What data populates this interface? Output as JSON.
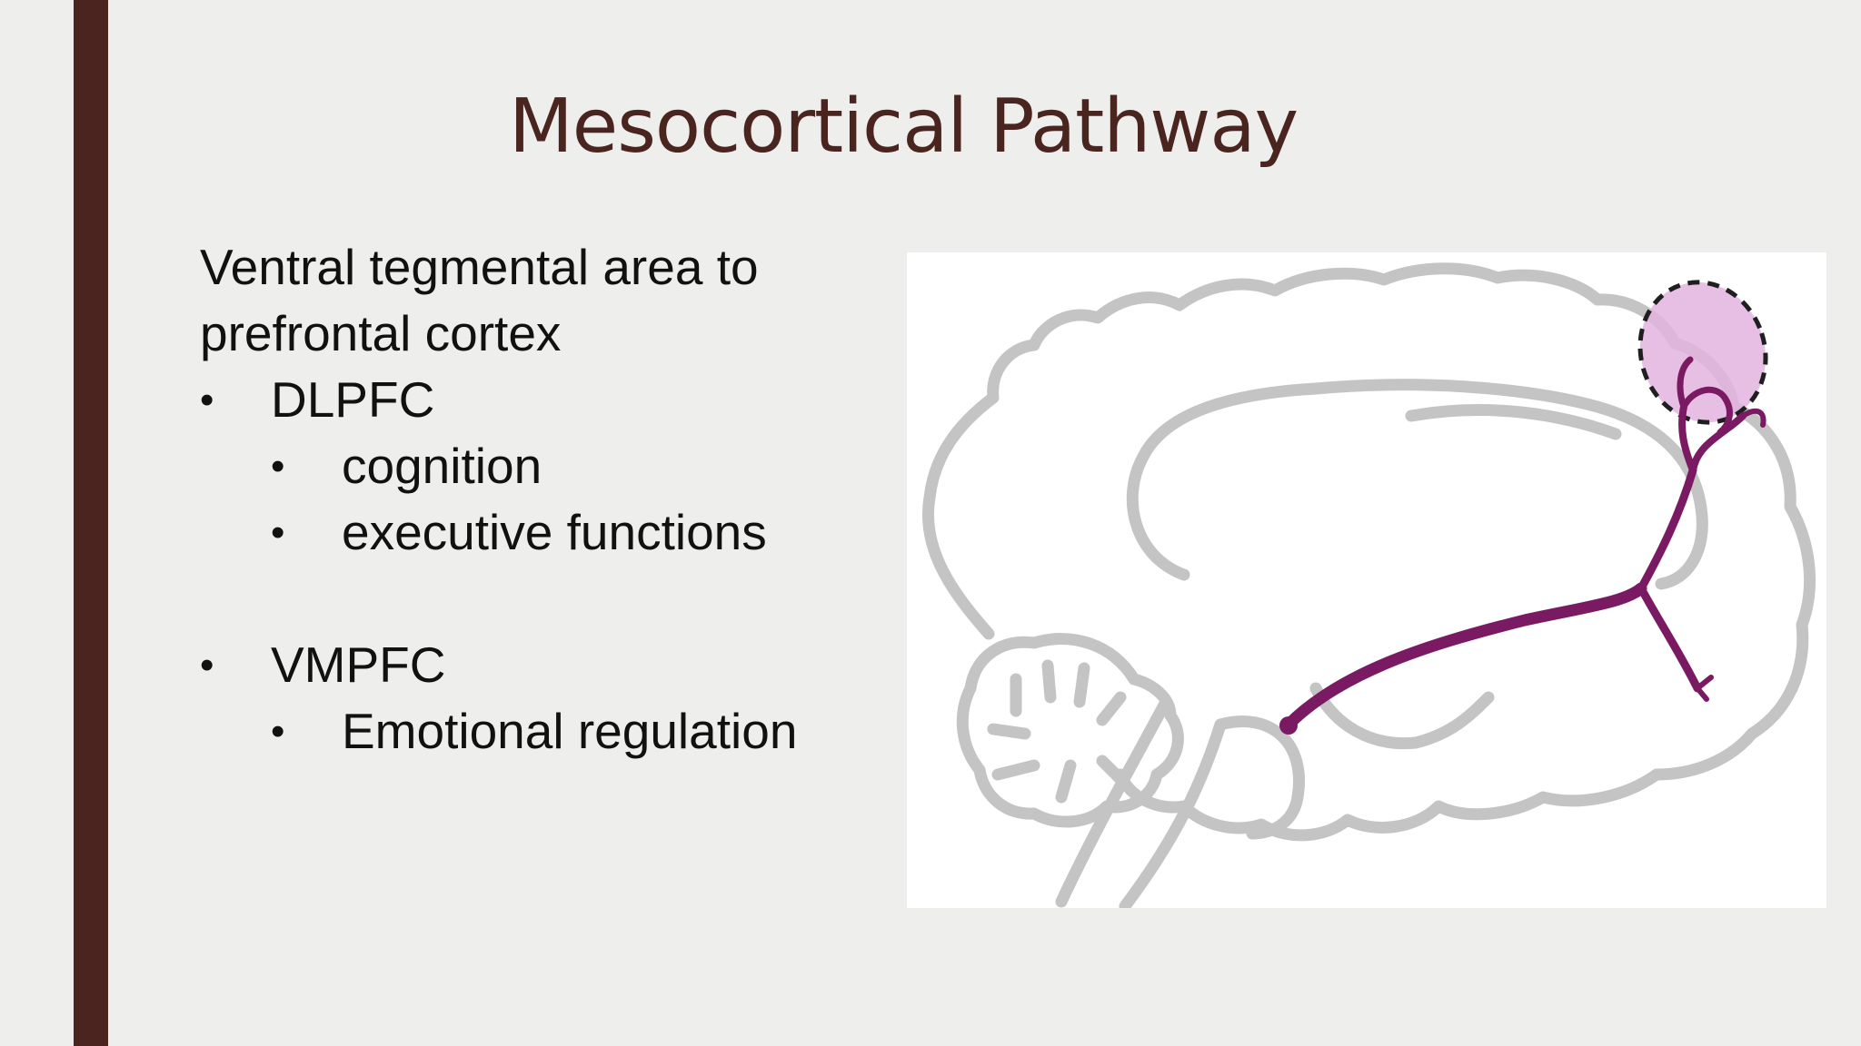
{
  "slide": {
    "title": "Mesocortical Pathway",
    "accent_color": "#4a2520",
    "background_color": "#eeeeed"
  },
  "content": {
    "intro_line1": "Ventral tegmental area to",
    "intro_line2": "prefrontal cortex",
    "bullet_symbol": "•",
    "groups": [
      {
        "label": "DLPFC",
        "items": [
          "cognition",
          "executive functions"
        ]
      },
      {
        "label": "VMPFC",
        "items": [
          "Emotional regulation"
        ]
      }
    ]
  },
  "figure": {
    "outline_color": "#c4c4c4",
    "pathway_color": "#7a1a63",
    "region_fill": "#e4b4df"
  }
}
